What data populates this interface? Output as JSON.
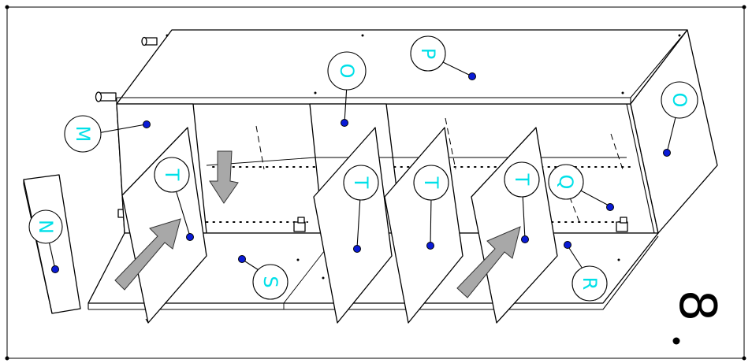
{
  "step_number": "8",
  "callouts": [
    {
      "id": "M",
      "label": "M"
    },
    {
      "id": "N",
      "label": "N"
    },
    {
      "id": "O1",
      "label": "O"
    },
    {
      "id": "O2",
      "label": "O"
    },
    {
      "id": "P",
      "label": "P"
    },
    {
      "id": "Q",
      "label": "Q"
    },
    {
      "id": "R",
      "label": "R"
    },
    {
      "id": "S",
      "label": "S"
    },
    {
      "id": "T1",
      "label": "T"
    },
    {
      "id": "T2",
      "label": "T"
    },
    {
      "id": "T3",
      "label": "T"
    },
    {
      "id": "T4",
      "label": "T"
    }
  ],
  "colors": {
    "label": "#00e0e8",
    "pin": "#0a1bd6",
    "arrow": "#a8a8a8"
  }
}
